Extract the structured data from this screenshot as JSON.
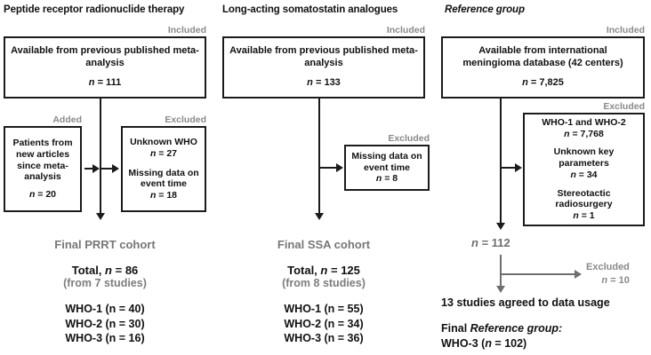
{
  "figure": {
    "type": "flowchart",
    "columns": [
      {
        "id": "prrt",
        "title": "Peptide receptor radionuclide therapy",
        "title_style": "bold",
        "included_tag": "Included",
        "source_box": {
          "line1": "Available from previous published meta-",
          "line2": "analysis",
          "count_label": "n",
          "count_value": "= 111"
        },
        "added_tag": "Added",
        "added_box": {
          "line1": "Patients from",
          "line2": "new articles",
          "line3": "since meta-",
          "line4": "analysis",
          "count_label": "n",
          "count_value": "= 20"
        },
        "excluded_tag": "Excluded",
        "excluded_box": {
          "reason1": "Unknown WHO",
          "reason1_label": "n",
          "reason1_value": "= 27",
          "reason2_line1": "Missing data on",
          "reason2_line2": "event time",
          "reason2_label": "n",
          "reason2_value": "= 18"
        },
        "summary": {
          "heading": "Final PRRT cohort",
          "total_prefix": "Total, ",
          "total_label": "n",
          "total_value": "= 86",
          "studies": "(from 7 studies)",
          "who": [
            "WHO-1 (n = 40)",
            "WHO-2 (n = 30)",
            "WHO-3 (n = 16)"
          ]
        }
      },
      {
        "id": "ssa",
        "title": "Long-acting somatostatin analogues",
        "title_style": "bold",
        "included_tag": "Included",
        "source_box": {
          "line1": "Available from previous published meta-",
          "line2": "analysis",
          "count_label": "n",
          "count_value": "= 133"
        },
        "excluded_tag": "Excluded",
        "excluded_box": {
          "reason1_line1": "Missing data on",
          "reason1_line2": "event time",
          "reason1_label": "n",
          "reason1_value": "= 8"
        },
        "summary": {
          "heading": "Final SSA cohort",
          "total_prefix": "Total, ",
          "total_label": "n",
          "total_value": "= 125",
          "studies": "(from 8 studies)",
          "who": [
            "WHO-1 (n = 55)",
            "WHO-2 (n = 34)",
            "WHO-3 (n = 36)"
          ]
        }
      },
      {
        "id": "reference",
        "title": "Reference group",
        "title_style": "bold-italic",
        "included_tag": "Included",
        "source_box": {
          "line1": "Available from international",
          "line2": "meningioma database (42 centers)",
          "count_label": "n",
          "count_value": "= 7,825"
        },
        "excluded_tag": "Excluded",
        "excluded_box": {
          "reason1": "WHO-1 and WHO-2",
          "reason1_label": "n",
          "reason1_value": "= 7,768",
          "reason2": "Unknown key parameters",
          "reason2_label": "n",
          "reason2_value": "= 34",
          "reason3": "Stereotactic radiosurgery",
          "reason3_label": "n",
          "reason3_value": "= 1"
        },
        "remaining_label": "n",
        "remaining_value": "= 112",
        "second_excluded_tag": "Excluded",
        "second_excluded_label": "n",
        "second_excluded_value": "= 10",
        "studies_agreed": "13 studies agreed to data usage",
        "final_heading_prefix": "Final ",
        "final_heading_italic": "Reference group:",
        "final_who_prefix": "WHO-3 (",
        "final_who_label": "n",
        "final_who_value": " = 102)"
      }
    ],
    "colors": {
      "box_border": "#1b1b1b",
      "text": "#111111",
      "muted": "#8a8a8a",
      "summary_heading": "#777777",
      "arrow_gray": "#6e6e6e",
      "background": "#ffffff"
    }
  }
}
